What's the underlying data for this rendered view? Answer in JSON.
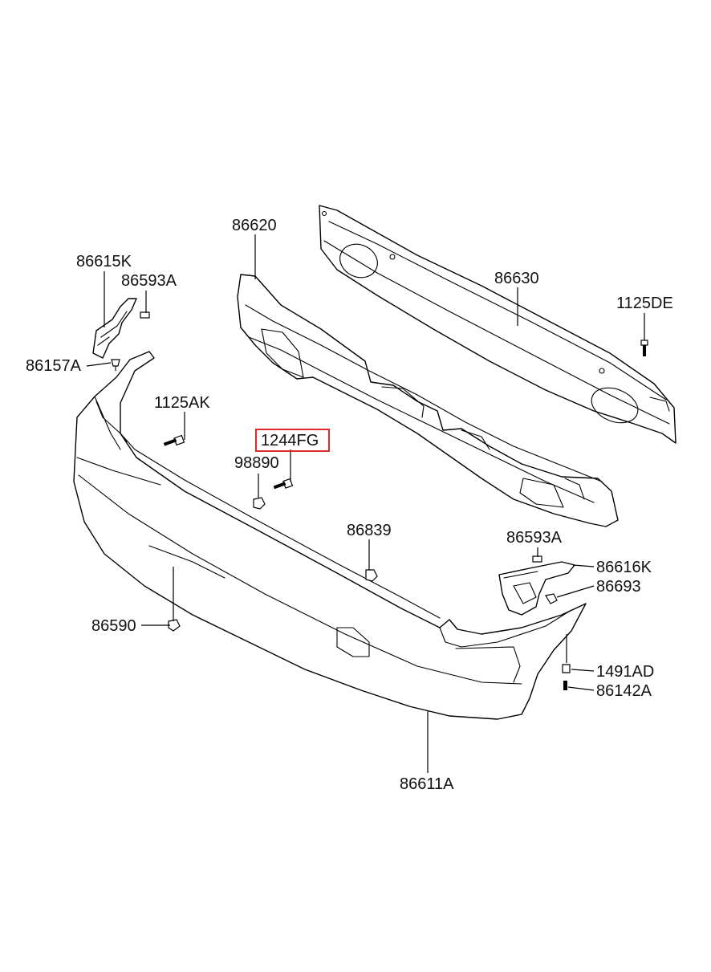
{
  "diagram": {
    "highlight_color": "#e0282e",
    "labels": {
      "p86620": "86620",
      "p86630": "86630",
      "p1125DE": "1125DE",
      "p86615K": "86615K",
      "p86593A_l": "86593A",
      "p86157A": "86157A",
      "p1125AK": "1125AK",
      "p1244FG": "1244FG",
      "p98890": "98890",
      "p86839": "86839",
      "p86593A_r": "86593A",
      "p86616K": "86616K",
      "p86693": "86693",
      "p86590": "86590",
      "p1491AD": "1491AD",
      "p86142A": "86142A",
      "p86611A": "86611A"
    }
  }
}
